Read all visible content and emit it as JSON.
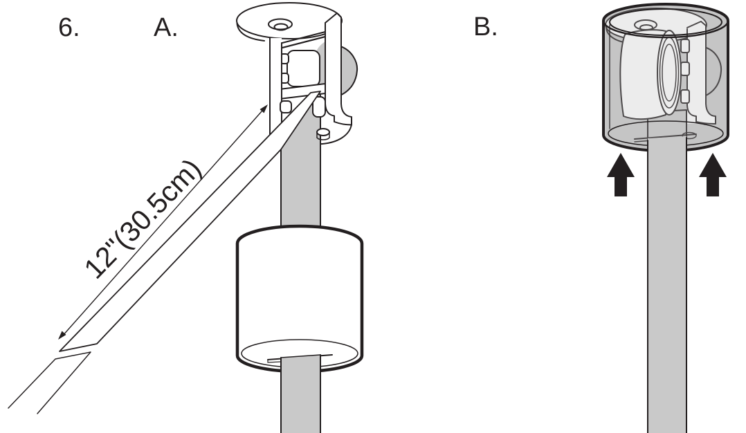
{
  "page": {
    "background": "#ffffff"
  },
  "step": {
    "number_label": "6."
  },
  "panels": {
    "a": {
      "label": "A.",
      "measurement_label": "12\"(30.5cm)"
    },
    "b": {
      "label": "B."
    }
  },
  "icons": {
    "push_up_arrows": "two solid black up arrows"
  },
  "colors": {
    "line": "#231f20",
    "strap_gray": "#c9c9c9",
    "knob_gray": "#c6c6c6",
    "canopy_gray": "#cacaca",
    "arrow_black": "#231f20"
  }
}
